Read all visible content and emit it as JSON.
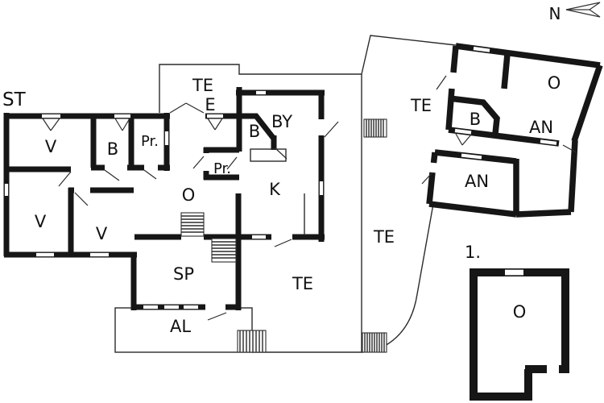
{
  "labels": {
    "st": "ST",
    "north": "N",
    "v1": "V",
    "b_left": "B",
    "pr_left": "Pr.",
    "v_bl": "V",
    "v2": "V",
    "o_hall": "O",
    "te_entry": "TE",
    "entry": "E",
    "b_mid": "B",
    "by": "BY",
    "pr_mid": "Pr.",
    "k": "K",
    "sp": "SP",
    "al": "AL",
    "te_bottom": "TE",
    "te_corridor": "TE",
    "te_rot": "TE",
    "b_rot": "B",
    "o_rot": "O",
    "an_top": "AN",
    "an_annex": "AN",
    "bldg1_num": "1.",
    "o_b1": "O"
  },
  "colors": {
    "wall": "#161616",
    "line": "#2b2b2b",
    "text": "#111111",
    "bg": "#ffffff"
  }
}
